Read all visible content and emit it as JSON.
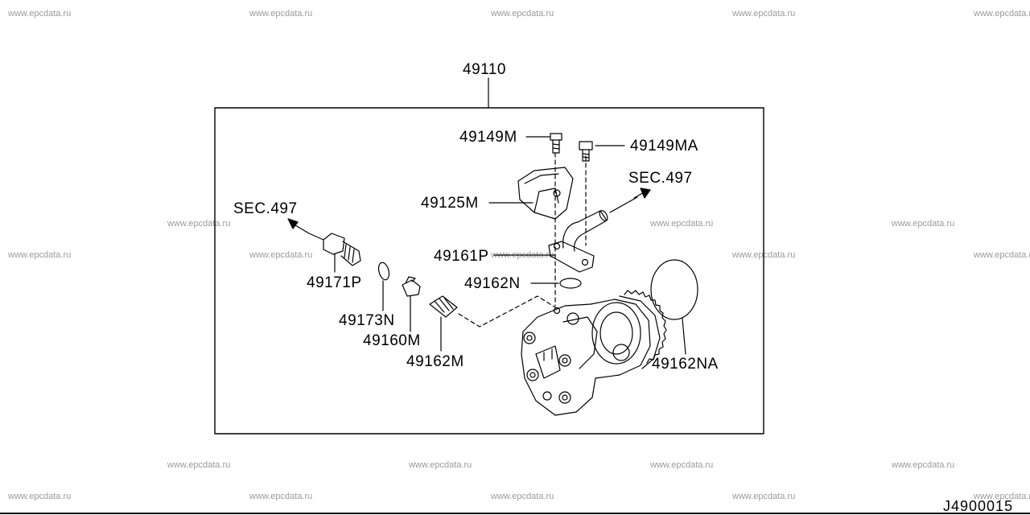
{
  "watermark": "www.epcdata.ru",
  "figure_id": "J4900015",
  "assembly_number": "49110",
  "labels": {
    "bolt_m": "49149M",
    "bolt_ma": "49149MA",
    "bracket": "49125M",
    "sec_right": "SEC.497",
    "sec_left": "SEC.497",
    "pipe_connector": "49161P",
    "gasket_n": "49162N",
    "union_bolt": "49171P",
    "o_ring": "49173N",
    "valve": "49160M",
    "spring": "49162M",
    "gasket_na": "49162NA"
  }
}
